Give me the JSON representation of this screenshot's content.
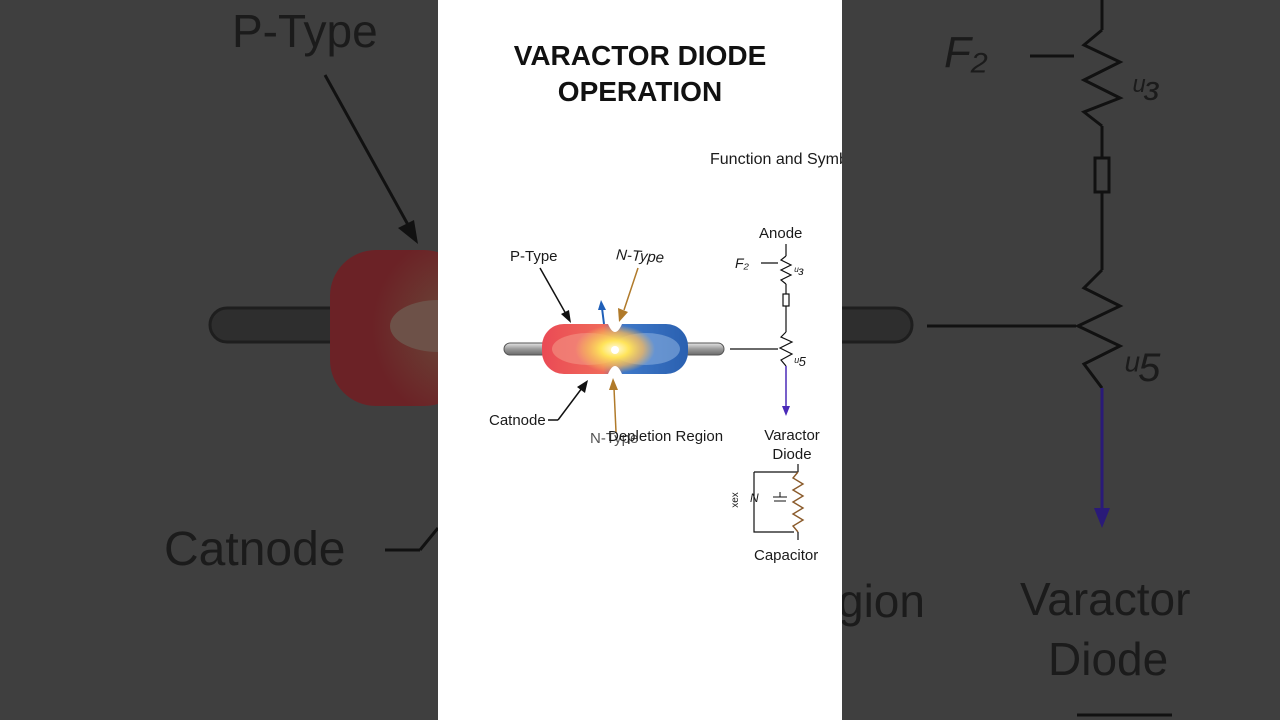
{
  "diagram": {
    "title_line1": "VARACTOR DIODE",
    "title_line2": "OPERATION",
    "section_heading": "Function and Symbol",
    "labels": {
      "p_type": "P-Type",
      "n_type": "N-Type",
      "cathode": "Catnode",
      "n_type_lower": "N-Type",
      "depletion_region": "Depletion Region",
      "anode": "Anode",
      "f2": "F₂",
      "mu3": "ᵘɜ",
      "mu5": "ᵘ5",
      "varactor": "Varactor",
      "diode": "Diode",
      "capacitor": "Capacitor",
      "n_small": "N",
      "xex": "xex"
    },
    "colors": {
      "p_region": "#e5444f",
      "n_region": "#2d66b3",
      "depletion_glow": "#ffe45a",
      "arrow_brown": "#b07a2a",
      "arrow_purple": "#4a2ab8",
      "resistor_brown": "#8a5a2a"
    }
  },
  "background": {
    "left_labels": {
      "p_type": "P-Type",
      "cathode": "Catnode"
    },
    "right_labels": {
      "f2": "F₂",
      "mu3": "ᵘɜ",
      "mu5": "ᵘ5",
      "region_fragment": "gion",
      "varactor": "Varactor",
      "diode": "Diode"
    }
  }
}
